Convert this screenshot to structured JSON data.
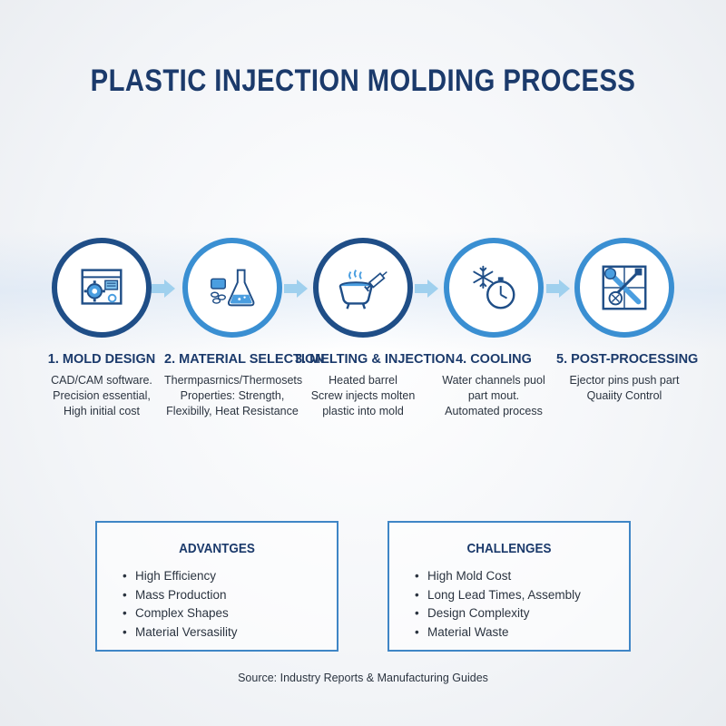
{
  "title": "PLASTIC INJECTION MOLDING PROCESS",
  "steps": [
    {
      "title": "1. MOLD DESIGN",
      "description": "CAD/CAM software.\nPrecision essential,\nHigh initial cost",
      "icon": "cad-blueprint-gear-icon"
    },
    {
      "title": "2. MATERIAL SELECTION",
      "description": "Thermpasrnics/Thermosets\nProperties: Strength,\nFlexibilly, Heat Resistance",
      "icon": "pellets-flask-icon"
    },
    {
      "title": "3. MELTING & INJECTION",
      "description": "Heated barrel\nScrew injects molten\nplastic into mold",
      "icon": "heated-pot-syringe-icon"
    },
    {
      "title": "4. COOLING",
      "description": "Water channels puol\npart mout.\nAutomated process",
      "icon": "snowflake-stopwatch-icon"
    },
    {
      "title": "5. POST-PROCESSING",
      "description": "Ejector pins push part\nQuaiity Control",
      "icon": "wrench-screwdriver-icon"
    }
  ],
  "advantages": {
    "title": "ADVANTGES",
    "items": [
      "High Efficiency",
      "Mass Production",
      "Complex Shapes",
      "Material Versasility"
    ]
  },
  "challenges": {
    "title": "CHALLENGES",
    "items": [
      "High Mold Cost",
      "Long Lead Times, Assembly",
      "Design Complexity",
      "Material Waste"
    ]
  },
  "source": "Source: Industry Reports & Manufacturing Guides",
  "colors": {
    "dark_blue": "#1f4e87",
    "light_blue": "#3a8fd2",
    "arrow": "#9fd0ee",
    "title": "#1b3a6b"
  }
}
